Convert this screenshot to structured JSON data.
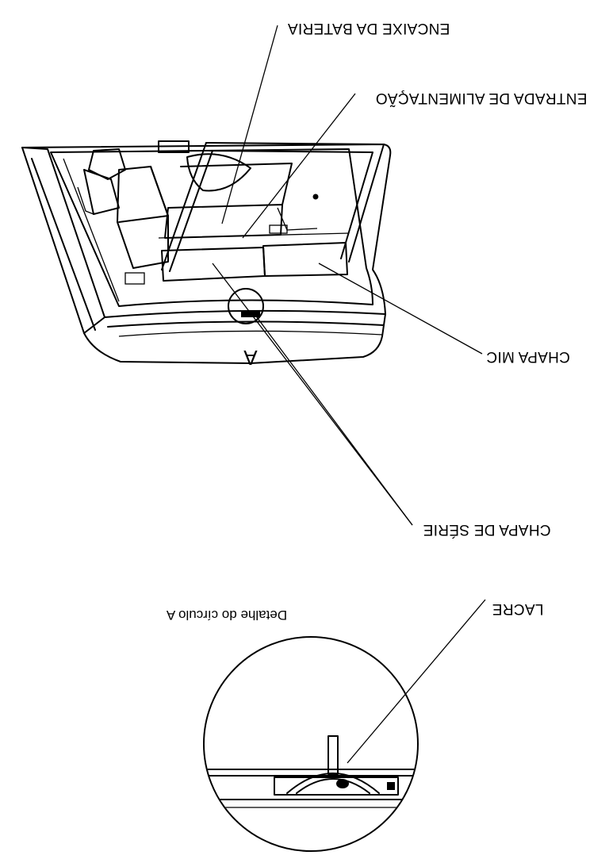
{
  "callouts": {
    "battery_slot": "ENCAIXE DA BATERIA",
    "power_inlet": "ENTRADA DE ALIMENTAÇÃO",
    "mic_plate": "CHAPA MIC",
    "serial_plate": "CHAPA DE SÉRIE",
    "seal": "LACRE"
  },
  "circle_mark": "A",
  "detail_title": "Detalhe do círculo A"
}
